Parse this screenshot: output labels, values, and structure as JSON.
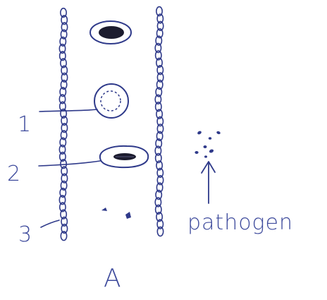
{
  "labels": {
    "label_1": "1",
    "label_2": "2",
    "label_3": "3",
    "pathogen": "pathogen",
    "panel": "A"
  },
  "colors": {
    "ink": "#2f3a8a",
    "ink_dark": "#1c1c2e",
    "paper": "#ffffff"
  }
}
